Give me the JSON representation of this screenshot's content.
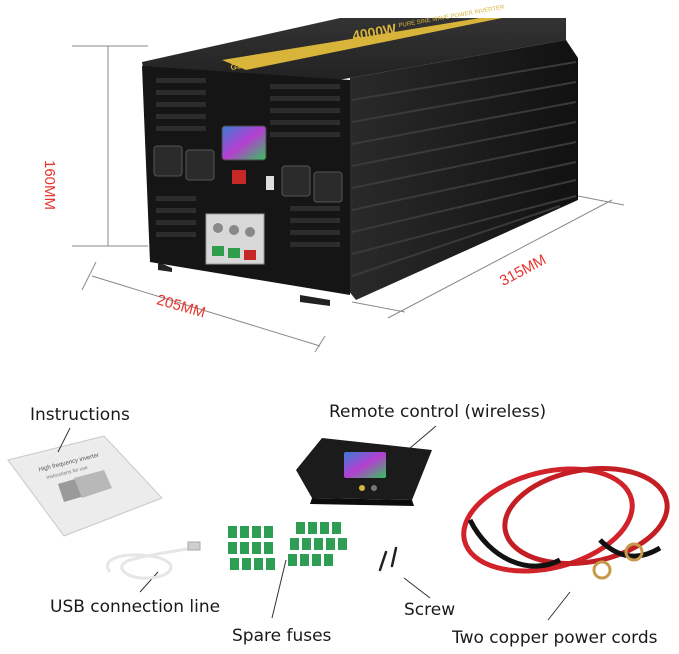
{
  "dimensions": {
    "height": "160MM",
    "width": "205MM",
    "length": "315MM"
  },
  "product": {
    "brand": "GS EastRight",
    "power": "4000W",
    "subtitle": "PURE SINE WAVE POWER INVERTER"
  },
  "accessories": {
    "instructions": "Instructions",
    "remote": "Remote control (wireless)",
    "usb": "USB connection line",
    "fuses": "Spare fuses",
    "screw": "Screw",
    "cords": "Two copper power cords"
  },
  "manual_cover": {
    "title": "High frequency inverter",
    "subtitle": "Instructions for use"
  },
  "colors": {
    "dimension": "#e8342e",
    "inverter_body": "#1c1c1c",
    "accent_yellow": "#d9b43a",
    "fuse_green": "#2f9e55",
    "cord_red": "#d2232a"
  }
}
